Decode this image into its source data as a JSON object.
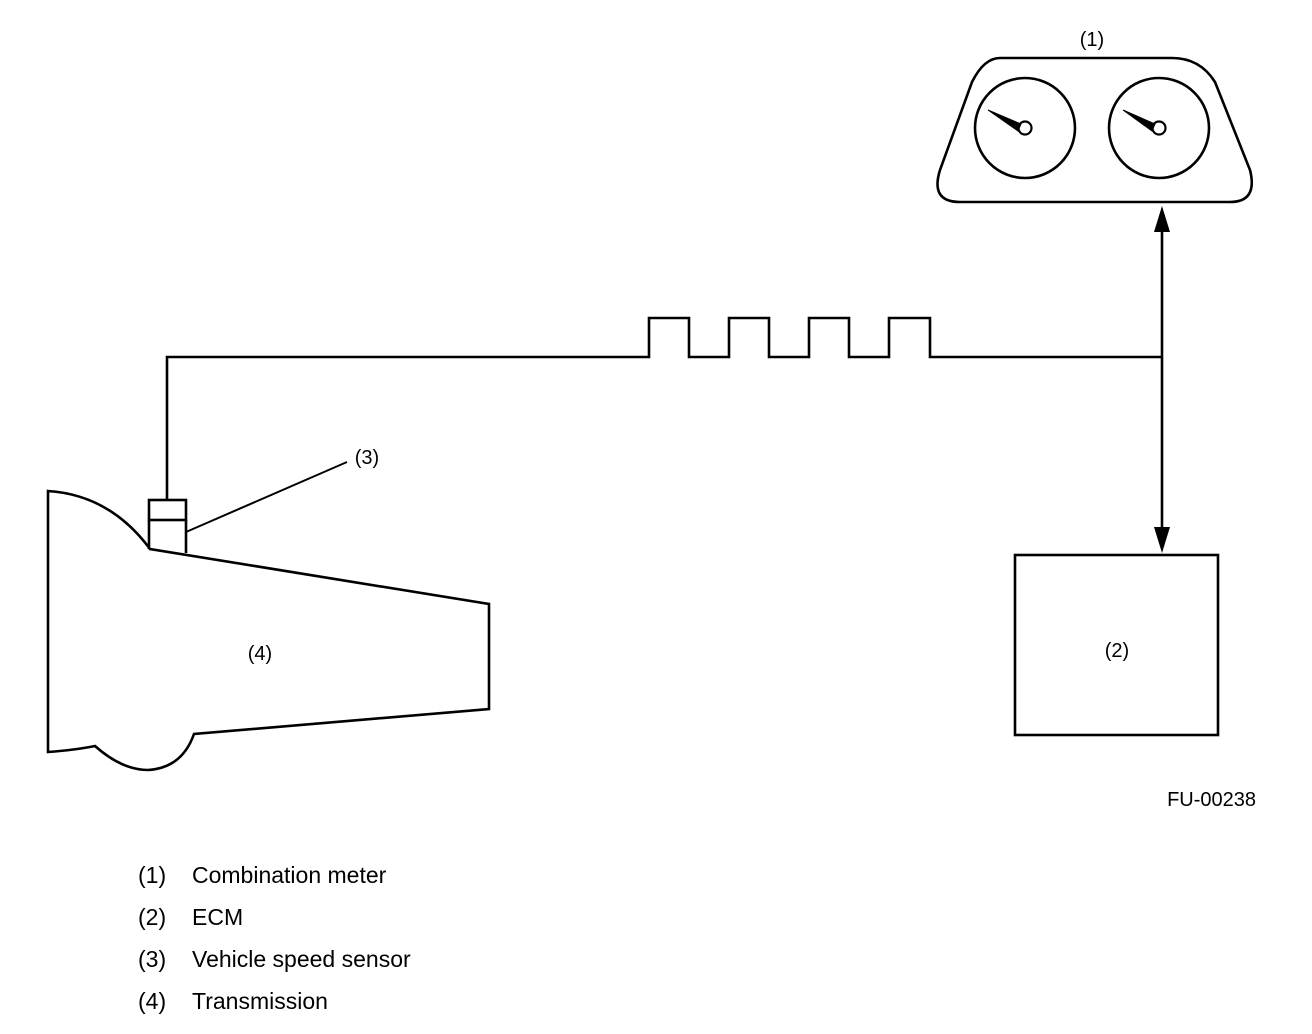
{
  "diagram": {
    "callouts": {
      "meter": "(1)",
      "ecm": "(2)",
      "sensor": "(3)",
      "transmission": "(4)"
    },
    "figure_code": "FU-00238"
  },
  "legend": [
    {
      "num": "(1)",
      "label": "Combination meter"
    },
    {
      "num": "(2)",
      "label": "ECM"
    },
    {
      "num": "(3)",
      "label": "Vehicle speed sensor"
    },
    {
      "num": "(4)",
      "label": "Transmission"
    }
  ]
}
